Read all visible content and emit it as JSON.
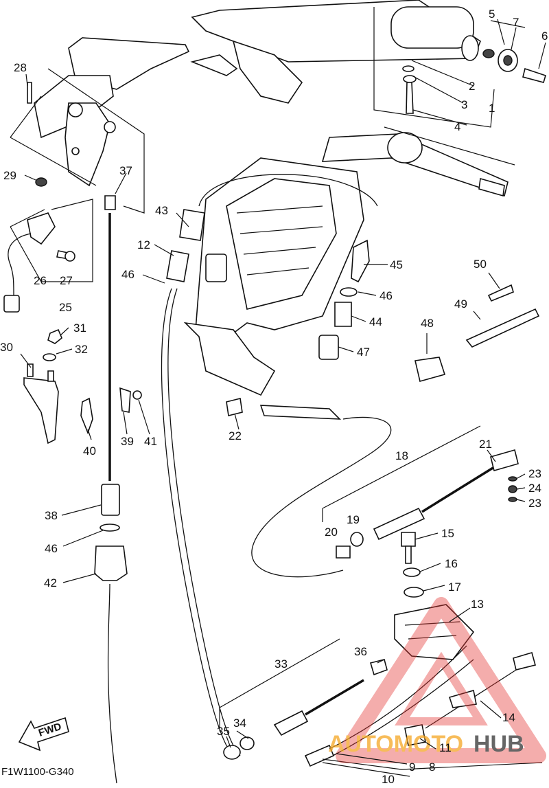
{
  "diagram_code": "F1W1100-G340",
  "fwd_label": "FWD",
  "watermark": {
    "left": "AUTOMOTO",
    "right": "HUB",
    "left_color": "#f5a623",
    "right_color": "#333333",
    "triangle_color": "#e53935"
  },
  "callouts": {
    "c1": "1",
    "c2": "2",
    "c3": "3",
    "c4": "4",
    "c5": "5",
    "c6": "6",
    "c7": "7",
    "c8": "8",
    "c9": "9",
    "c10": "10",
    "c11": "11",
    "c12": "12",
    "c13": "13",
    "c14": "14",
    "c15": "15",
    "c16": "16",
    "c17": "17",
    "c18": "18",
    "c19": "19",
    "c20": "20",
    "c21": "21",
    "c22": "22",
    "c23a": "23",
    "c23b": "23",
    "c24": "24",
    "c25": "25",
    "c26": "26",
    "c27": "27",
    "c28": "28",
    "c29": "29",
    "c30": "30",
    "c31": "31",
    "c32": "32",
    "c33": "33",
    "c34": "34",
    "c35": "35",
    "c36": "36",
    "c37": "37",
    "c38": "38",
    "c39": "39",
    "c40": "40",
    "c41": "41",
    "c42": "42",
    "c43": "43",
    "c44": "44",
    "c45": "45",
    "c46a": "46",
    "c46b": "46",
    "c46c": "46",
    "c47": "47",
    "c48": "48",
    "c49": "49",
    "c50": "50"
  }
}
